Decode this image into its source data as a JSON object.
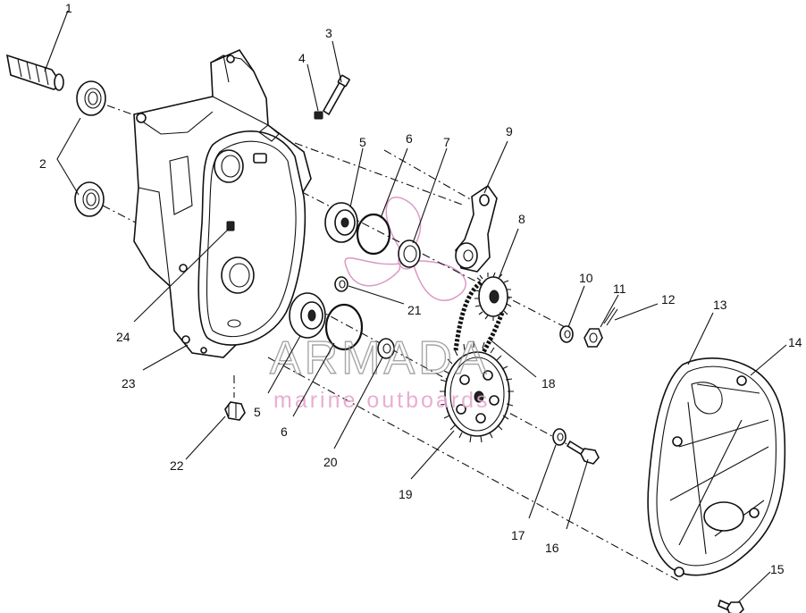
{
  "watermark": {
    "brand": "ARMADA",
    "tagline": "marine outboards",
    "colors": {
      "logo": "#e6a6cf",
      "brand_text": "#8a8a8a"
    }
  },
  "callouts": [
    {
      "id": "c1",
      "text": "1"
    },
    {
      "id": "c2",
      "text": "2"
    },
    {
      "id": "c3",
      "text": "3"
    },
    {
      "id": "c4",
      "text": "4"
    },
    {
      "id": "c5a",
      "text": "5"
    },
    {
      "id": "c6a",
      "text": "6"
    },
    {
      "id": "c7",
      "text": "7"
    },
    {
      "id": "c8",
      "text": "8"
    },
    {
      "id": "c9",
      "text": "9"
    },
    {
      "id": "c10",
      "text": "10"
    },
    {
      "id": "c11",
      "text": "11"
    },
    {
      "id": "c12",
      "text": "12"
    },
    {
      "id": "c13",
      "text": "13"
    },
    {
      "id": "c14",
      "text": "14"
    },
    {
      "id": "c15",
      "text": "15"
    },
    {
      "id": "c16",
      "text": "16"
    },
    {
      "id": "c17",
      "text": "17"
    },
    {
      "id": "c18",
      "text": "18"
    },
    {
      "id": "c19",
      "text": "19"
    },
    {
      "id": "c20",
      "text": "20"
    },
    {
      "id": "c21",
      "text": "21"
    },
    {
      "id": "c22",
      "text": "22"
    },
    {
      "id": "c23",
      "text": "23"
    },
    {
      "id": "c24",
      "text": "24"
    },
    {
      "id": "c5b",
      "text": "5"
    },
    {
      "id": "c6b",
      "text": "6"
    }
  ]
}
